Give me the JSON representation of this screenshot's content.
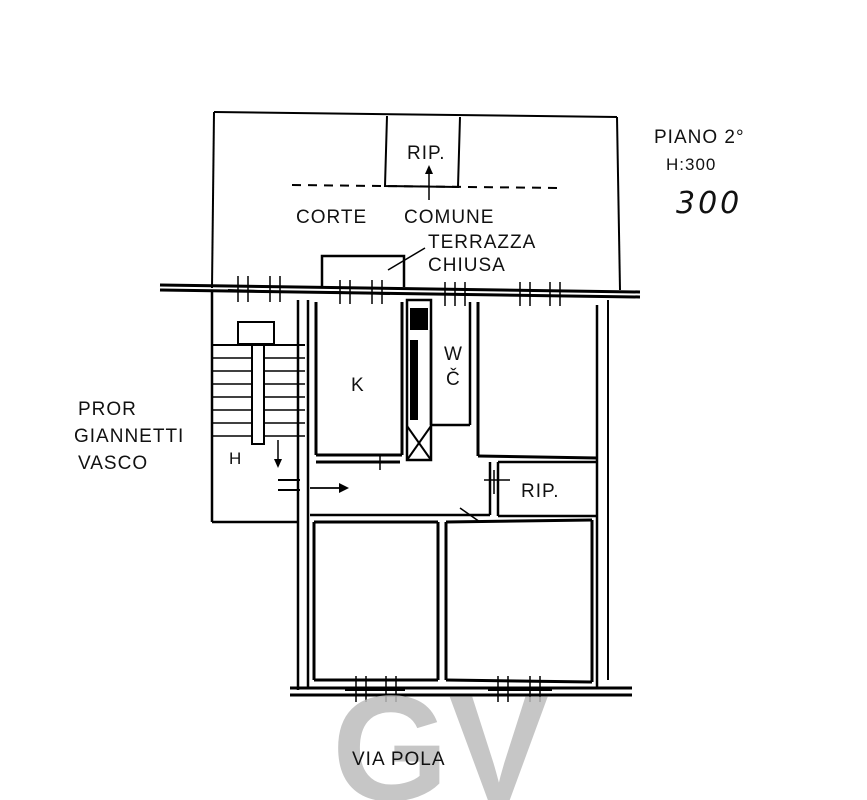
{
  "header": {
    "floor": "PIANO 2°",
    "height": "H:300",
    "handwritten": "300"
  },
  "labels": {
    "courtyard_left": "CORTE",
    "courtyard_right": "COMUNE",
    "terrace_line1": "TERRAZZA",
    "terrace_line2": "CHIUSA",
    "storage_top": "RIP.",
    "storage_mid": "RIP.",
    "kitchen": "K",
    "wc_w": "W",
    "wc_c": "Č",
    "stair_mark": "H",
    "owner_line1": "PROR",
    "owner_line2": "GIANNETTI",
    "owner_line3": "VASCO",
    "street": "VIA POLA"
  },
  "watermark": "GV"
}
